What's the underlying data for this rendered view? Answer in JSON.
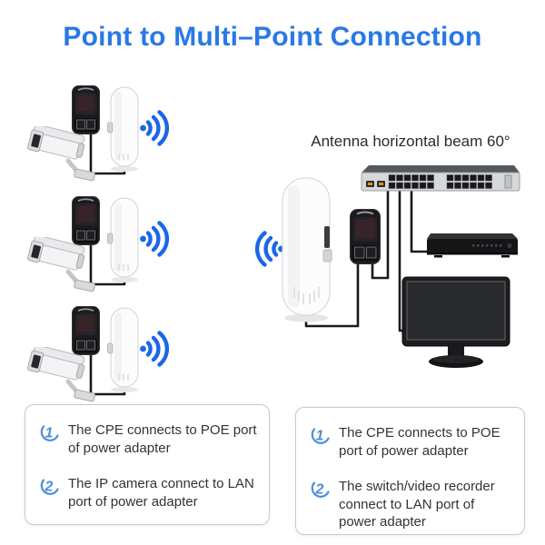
{
  "title": "Point to Multi–Point Connection",
  "colors": {
    "title_blue": "#2979e6",
    "wifi_blue": "#1b67e6",
    "step_blue": "#4a8fd8",
    "cable_black": "#1a1a1c"
  },
  "diagram": {
    "antenna_label": "Antenna horizontal beam 60°",
    "left_groups": [
      {
        "name": "camera-group-1",
        "devices": [
          "ip-camera",
          "poe-power-adapter",
          "cpe",
          "wifi-signal"
        ]
      },
      {
        "name": "camera-group-2",
        "devices": [
          "ip-camera",
          "poe-power-adapter",
          "cpe",
          "wifi-signal"
        ]
      },
      {
        "name": "camera-group-3",
        "devices": [
          "ip-camera",
          "poe-power-adapter",
          "cpe",
          "wifi-signal"
        ]
      }
    ],
    "right_cluster": {
      "devices": [
        "wifi-signal",
        "cpe",
        "poe-power-adapter",
        "network-switch",
        "video-recorder",
        "monitor"
      ]
    }
  },
  "notes_left": {
    "items": [
      {
        "num": "1",
        "text": "The CPE connects to POE port of power adapter"
      },
      {
        "num": "2",
        "text": "The IP camera connect to LAN port of power adapter"
      }
    ]
  },
  "notes_right": {
    "items": [
      {
        "num": "1",
        "text": "The CPE connects to POE port of power adapter"
      },
      {
        "num": "2",
        "text": "The switch/video recorder connect to LAN port of power adapter"
      }
    ]
  }
}
